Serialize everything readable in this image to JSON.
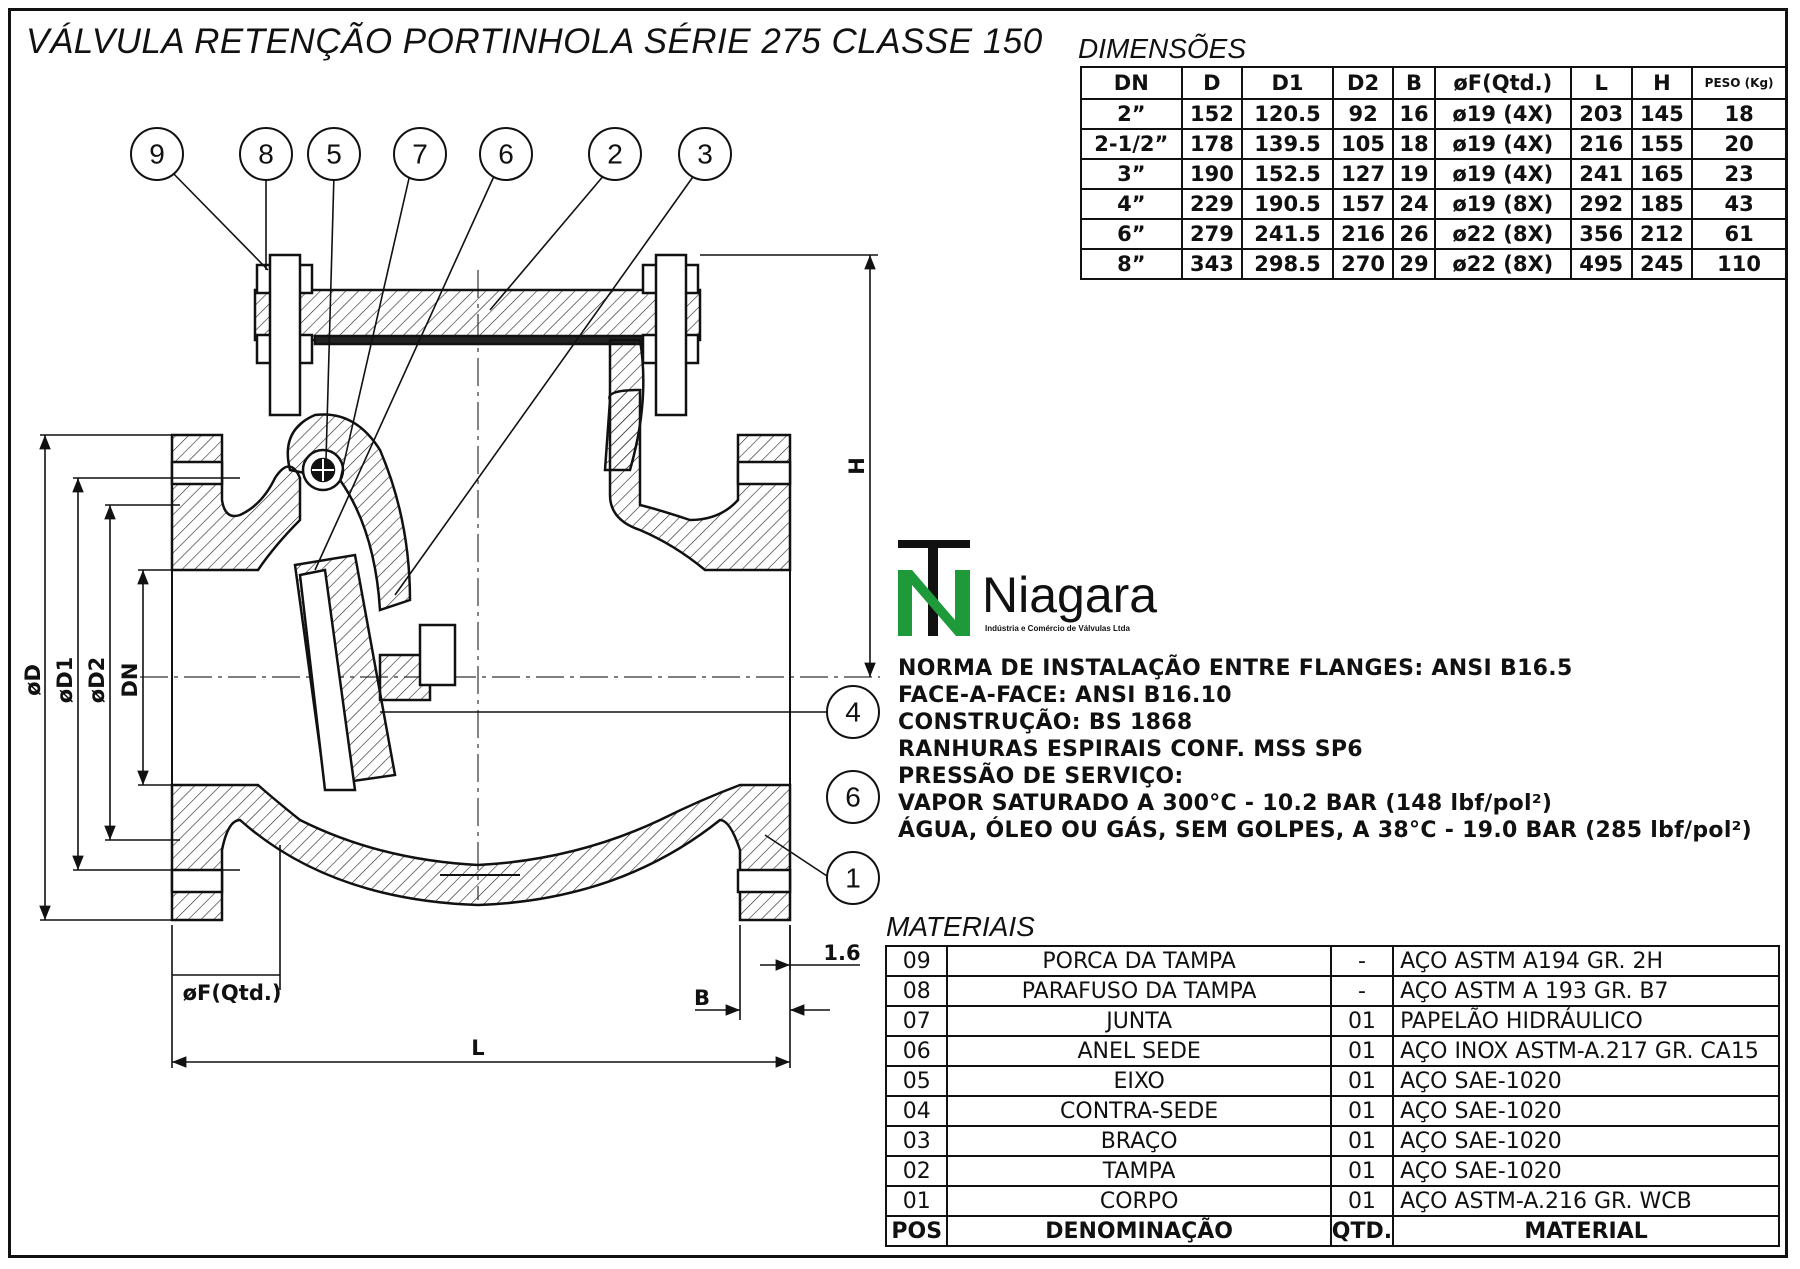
{
  "title": "VÁLVULA RETENÇÃO PORTINHOLA SÉRIE 275 CLASSE 150",
  "dimensions": {
    "label": "DIMENSÕES",
    "headers": [
      "DN",
      "D",
      "D1",
      "D2",
      "B",
      "øF(Qtd.)",
      "L",
      "H",
      "PESO (Kg)"
    ],
    "rows": [
      [
        "2”",
        "152",
        "120.5",
        "92",
        "16",
        "ø19 (4X)",
        "203",
        "145",
        "18"
      ],
      [
        "2-1/2”",
        "178",
        "139.5",
        "105",
        "18",
        "ø19 (4X)",
        "216",
        "155",
        "20"
      ],
      [
        "3”",
        "190",
        "152.5",
        "127",
        "19",
        "ø19 (4X)",
        "241",
        "165",
        "23"
      ],
      [
        "4”",
        "229",
        "190.5",
        "157",
        "24",
        "ø19 (8X)",
        "292",
        "185",
        "43"
      ],
      [
        "6”",
        "279",
        "241.5",
        "216",
        "26",
        "ø22 (8X)",
        "356",
        "212",
        "61"
      ],
      [
        "8”",
        "343",
        "298.5",
        "270",
        "29",
        "ø22 (8X)",
        "495",
        "245",
        "110"
      ]
    ]
  },
  "logo": {
    "name": "Niagara",
    "tagline": "Indústria e Comércio de Válvulas Ltda",
    "green": "#1e9a3a"
  },
  "specs": [
    "NORMA DE INSTALAÇÃO ENTRE FLANGES: ANSI B16.5",
    "FACE-A-FACE: ANSI B16.10",
    "CONSTRUÇÃO: BS 1868",
    "RANHURAS ESPIRAIS CONF. MSS SP6",
    "PRESSÃO DE SERVIÇO:",
    "VAPOR SATURADO A 300°C - 10.2 BAR (148 lbf/pol²)",
    "ÁGUA, ÓLEO OU GÁS, SEM GOLPES, A 38°C - 19.0 BAR (285 lbf/pol²)"
  ],
  "materials": {
    "label": "MATERIAIS",
    "headers": [
      "POS",
      "DENOMINAÇÃO",
      "QTD.",
      "MATERIAL"
    ],
    "rows": [
      [
        "09",
        "PORCA DA TAMPA",
        "-",
        "AÇO ASTM A194 GR. 2H"
      ],
      [
        "08",
        "PARAFUSO DA TAMPA",
        "-",
        "AÇO ASTM A 193 GR. B7"
      ],
      [
        "07",
        "JUNTA",
        "01",
        "PAPELÃO HIDRÁULICO"
      ],
      [
        "06",
        "ANEL SEDE",
        "01",
        "AÇO INOX ASTM-A.217 GR. CA15"
      ],
      [
        "05",
        "EIXO",
        "01",
        "AÇO SAE-1020"
      ],
      [
        "04",
        "CONTRA-SEDE",
        "01",
        "AÇO SAE-1020"
      ],
      [
        "03",
        "BRAÇO",
        "01",
        "AÇO SAE-1020"
      ],
      [
        "02",
        "TAMPA",
        "01",
        "AÇO SAE-1020"
      ],
      [
        "01",
        "CORPO",
        "01",
        "AÇO ASTM-A.216 GR. WCB"
      ]
    ]
  },
  "drawing": {
    "balloons": [
      "9",
      "8",
      "5",
      "7",
      "6",
      "2",
      "3",
      "4",
      "6",
      "1"
    ],
    "dim_labels": {
      "D": "øD",
      "D1": "øD1",
      "D2": "øD2",
      "DN": "DN",
      "H": "H",
      "L": "L",
      "B": "B",
      "F": "øF(Qtd.)",
      "gap": "1.6"
    }
  }
}
